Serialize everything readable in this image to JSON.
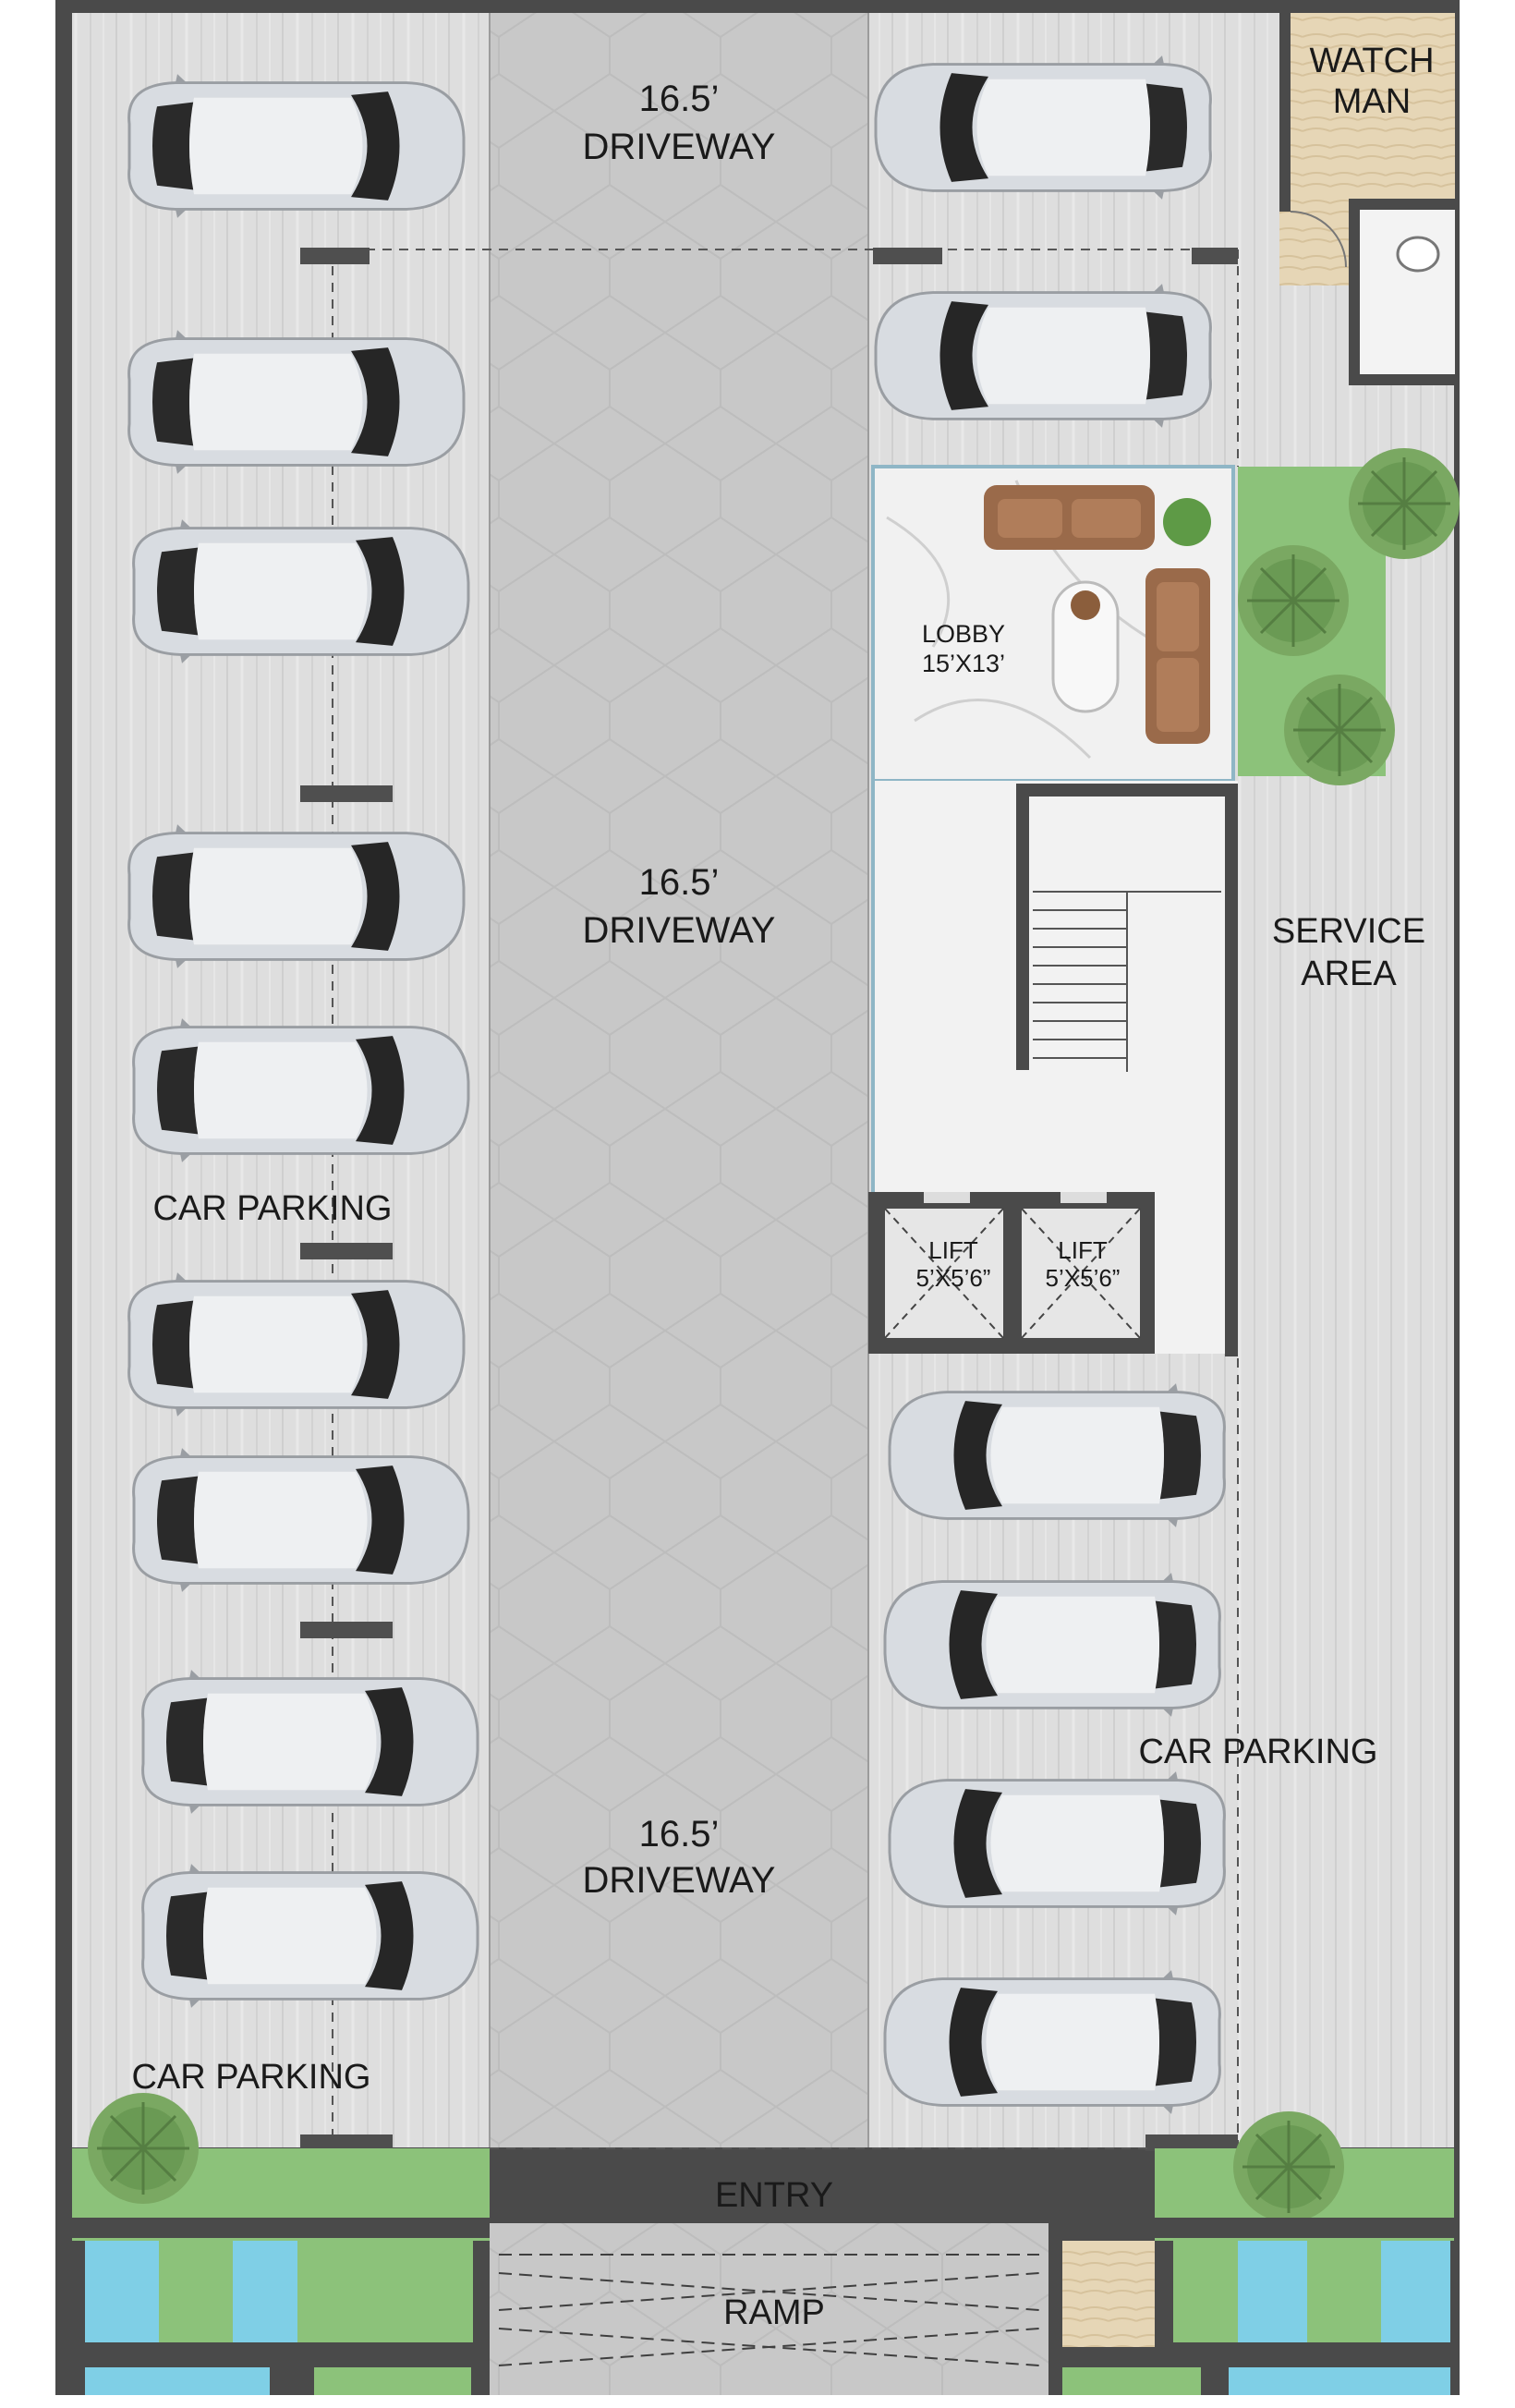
{
  "labels": {
    "driveway_top_size": "16.5’",
    "driveway_top_label": "DRIVEWAY",
    "driveway_mid_size": "16.5’",
    "driveway_mid_label": "DRIVEWAY",
    "driveway_bottom_size": "16.5’",
    "driveway_bottom_label": "DRIVEWAY",
    "watchman_line1": "WATCH",
    "watchman_line2": "MAN",
    "lobby_name": "LOBBY",
    "lobby_size": "15’X13’",
    "service_line1": "SERVICE",
    "service_line2": "AREA",
    "lift_left_name": "LIFT",
    "lift_left_size": "5’X5’6”",
    "lift_right_name": "LIFT",
    "lift_right_size": "5’X5’6”",
    "car_parking_left_upper": "CAR PARKING",
    "car_parking_left_lower": "CAR PARKING",
    "car_parking_right": "CAR PARKING",
    "entry": "ENTRY",
    "ramp": "RAMP"
  },
  "parking": {
    "left_column_cars": 9,
    "right_column_cars": 6
  },
  "colors": {
    "wall": "#4a4a4a",
    "floor": "#dcdcdc",
    "driveway": "#c4c4c4",
    "lobby": "#f1f1f1",
    "lawn": "#8cc27a",
    "tree": "#6e9c55",
    "water": "#7fcfe6",
    "wood": "#e3d3b4",
    "car_body": "#d9dde2",
    "car_glass": "#2b2b2b",
    "sofa": "#9a6a4a"
  }
}
